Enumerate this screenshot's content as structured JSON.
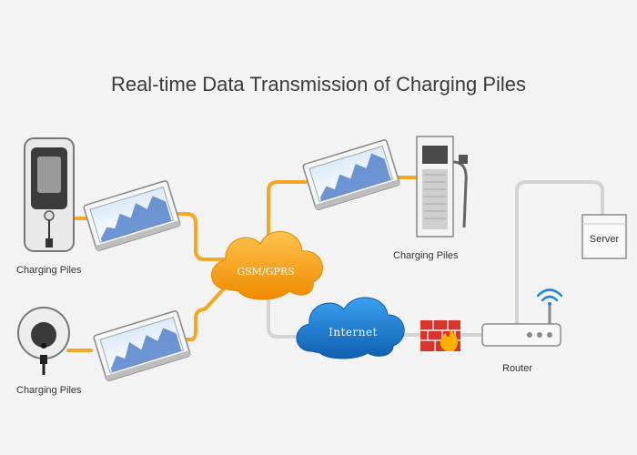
{
  "title": "Real-time Data Transmission of Charging Piles",
  "nodes": {
    "pile_left_top": "Charging Piles",
    "pile_left_bottom": "Charging Piles",
    "pile_right": "Charging Piles",
    "gsm_cloud": "GSM/GPRS",
    "internet_cloud": "Internet",
    "router": "Router",
    "server": "Server"
  },
  "colors": {
    "background": "#f3f3f3",
    "wire_orange": "#f5a623",
    "wire_gray": "#cfcfcf",
    "cloud_orange": "#f7a21b",
    "cloud_blue": "#1f7fd0",
    "firewall": "#d9342b"
  }
}
